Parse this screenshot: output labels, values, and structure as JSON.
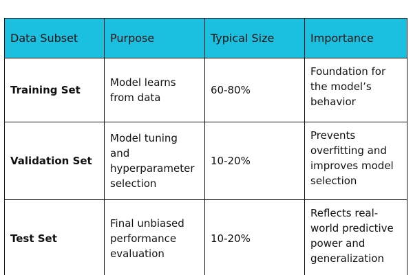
{
  "table": {
    "headers": [
      "Data Subset",
      "Purpose",
      "Typical Size",
      "Importance"
    ],
    "rows": [
      {
        "subset": "Training Set",
        "purpose": "Model learns from data",
        "size": "60-80%",
        "importance": "Foundation for the model’s behavior"
      },
      {
        "subset": "Validation Set",
        "purpose": "Model tuning and hyperparameter selection",
        "size": "10-20%",
        "importance": "Prevents overfitting and improves model selection"
      },
      {
        "subset": "Test Set",
        "purpose": "Final unbiased performance evaluation",
        "size": "10-20%",
        "importance": "Reflects real-world predictive power and generalization"
      }
    ]
  },
  "colors": {
    "header_background": "#1bbfdf",
    "border": "#111111"
  }
}
